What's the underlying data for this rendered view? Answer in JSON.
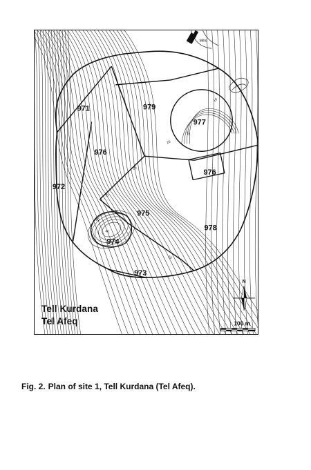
{
  "map": {
    "title_line1": "Tell Kurdana",
    "title_line2": "Tel Afeq",
    "areas": [
      "971",
      "979",
      "977",
      "976",
      "976",
      "972",
      "975",
      "978",
      "974",
      "973"
    ],
    "contour_labels": [
      "10",
      "15",
      "20",
      "25",
      "30",
      "35",
      "20",
      "40",
      "10"
    ],
    "mills_label": "Mills",
    "north_label": "N",
    "scale_label": "100 m"
  },
  "caption": {
    "prefix": "Fig. 2.",
    "text": "Plan of site 1, Tell Kurdana (Tel Afeq)."
  }
}
